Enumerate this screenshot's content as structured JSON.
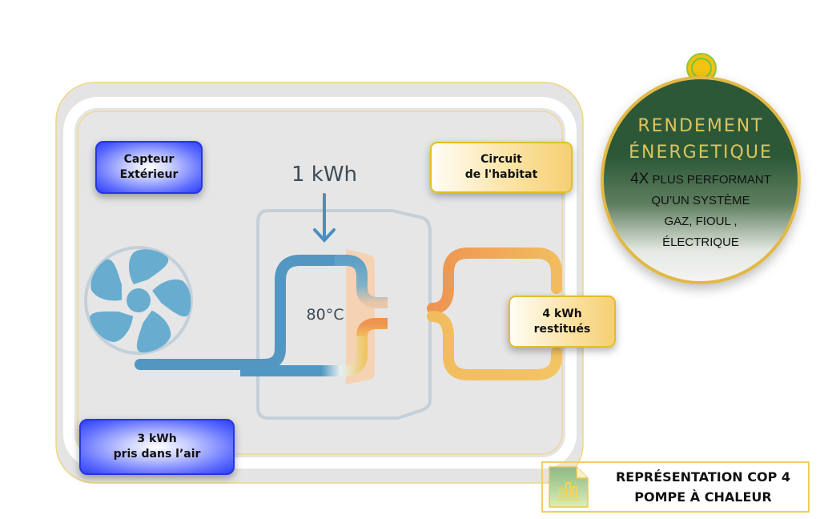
{
  "diagram": {
    "title_annotation": "Représentation COP 4 pompe à chaleur",
    "input_energy": "1 kWh",
    "temperature": "80°C",
    "labels": {
      "outdoor_sensor": [
        "Capteur",
        "Extérieur"
      ],
      "air_energy": [
        "3 kWh",
        "pris dans l’air"
      ],
      "home_circuit": [
        "Circuit",
        "de l'habitat"
      ],
      "restored_energy": [
        "4 kWh",
        "restitués"
      ]
    },
    "colors": {
      "cold_pipe": "#5297c2",
      "hot_pipe": "#ef9a55",
      "warm_pipe": "#f1c160",
      "fan": "#68adcf",
      "unit_outline": "#c3d0da",
      "frame_border": "#f0d486",
      "blue_label": "#2f3ff5",
      "gold_label": "#e2be27"
    }
  },
  "badge": {
    "icon": "award-ribbon-icon",
    "title_line1": "RENDEMENT",
    "title_line2": "ÉNERGETIQUE",
    "desc_line1_big": "4X",
    "desc_line1_rest": " plus performant",
    "desc_line2": "qu’un système",
    "desc_line3": "gaz, fioul ,",
    "desc_line4": "électrique",
    "colors": {
      "green": "#2c5838",
      "gold": "#e2b844",
      "title_text": "#dcc45e"
    }
  },
  "legend": {
    "icon": "chart-document-icon",
    "line1": "REPRÉSENTATION COP 4",
    "line2": "POMPE À CHALEUR"
  }
}
